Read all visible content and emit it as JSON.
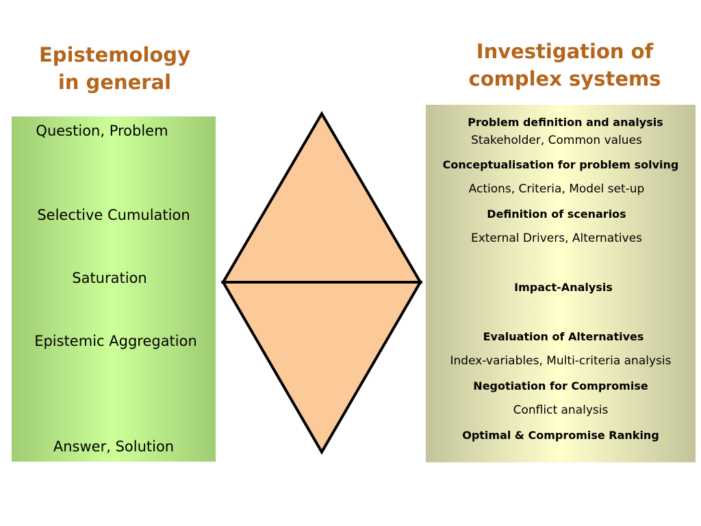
{
  "left_heading": {
    "line1": "Epistemology",
    "line2": "in general"
  },
  "right_heading": {
    "line1": "Investigation of",
    "line2": "complex systems"
  },
  "left_panel": {
    "items": [
      "Question, Problem",
      "Selective Cumulation",
      "Saturation",
      "Epistemic Aggregation",
      "Answer, Solution"
    ]
  },
  "right_panel": {
    "items": [
      "Problem definition and analysis",
      "Stakeholder, Common values",
      "Conceptualisation for problem solving",
      "Actions, Criteria, Model set-up",
      "Definition of scenarios",
      "External Drivers, Alternatives",
      "Impact-Analysis",
      "Evaluation of Alternatives",
      "Index-variables, Multi-criteria analysis",
      "Negotiation for Compromise",
      "Conflict analysis",
      "Optimal & Compromise Ranking"
    ]
  },
  "colors": {
    "heading": "#b5651d",
    "left_panel_center": "#ccff99",
    "left_panel_edge": "#9fcd73",
    "right_panel_center": "#ffffcc",
    "right_panel_edge": "#c4c49c",
    "diamond_fill": "#fcc999"
  }
}
